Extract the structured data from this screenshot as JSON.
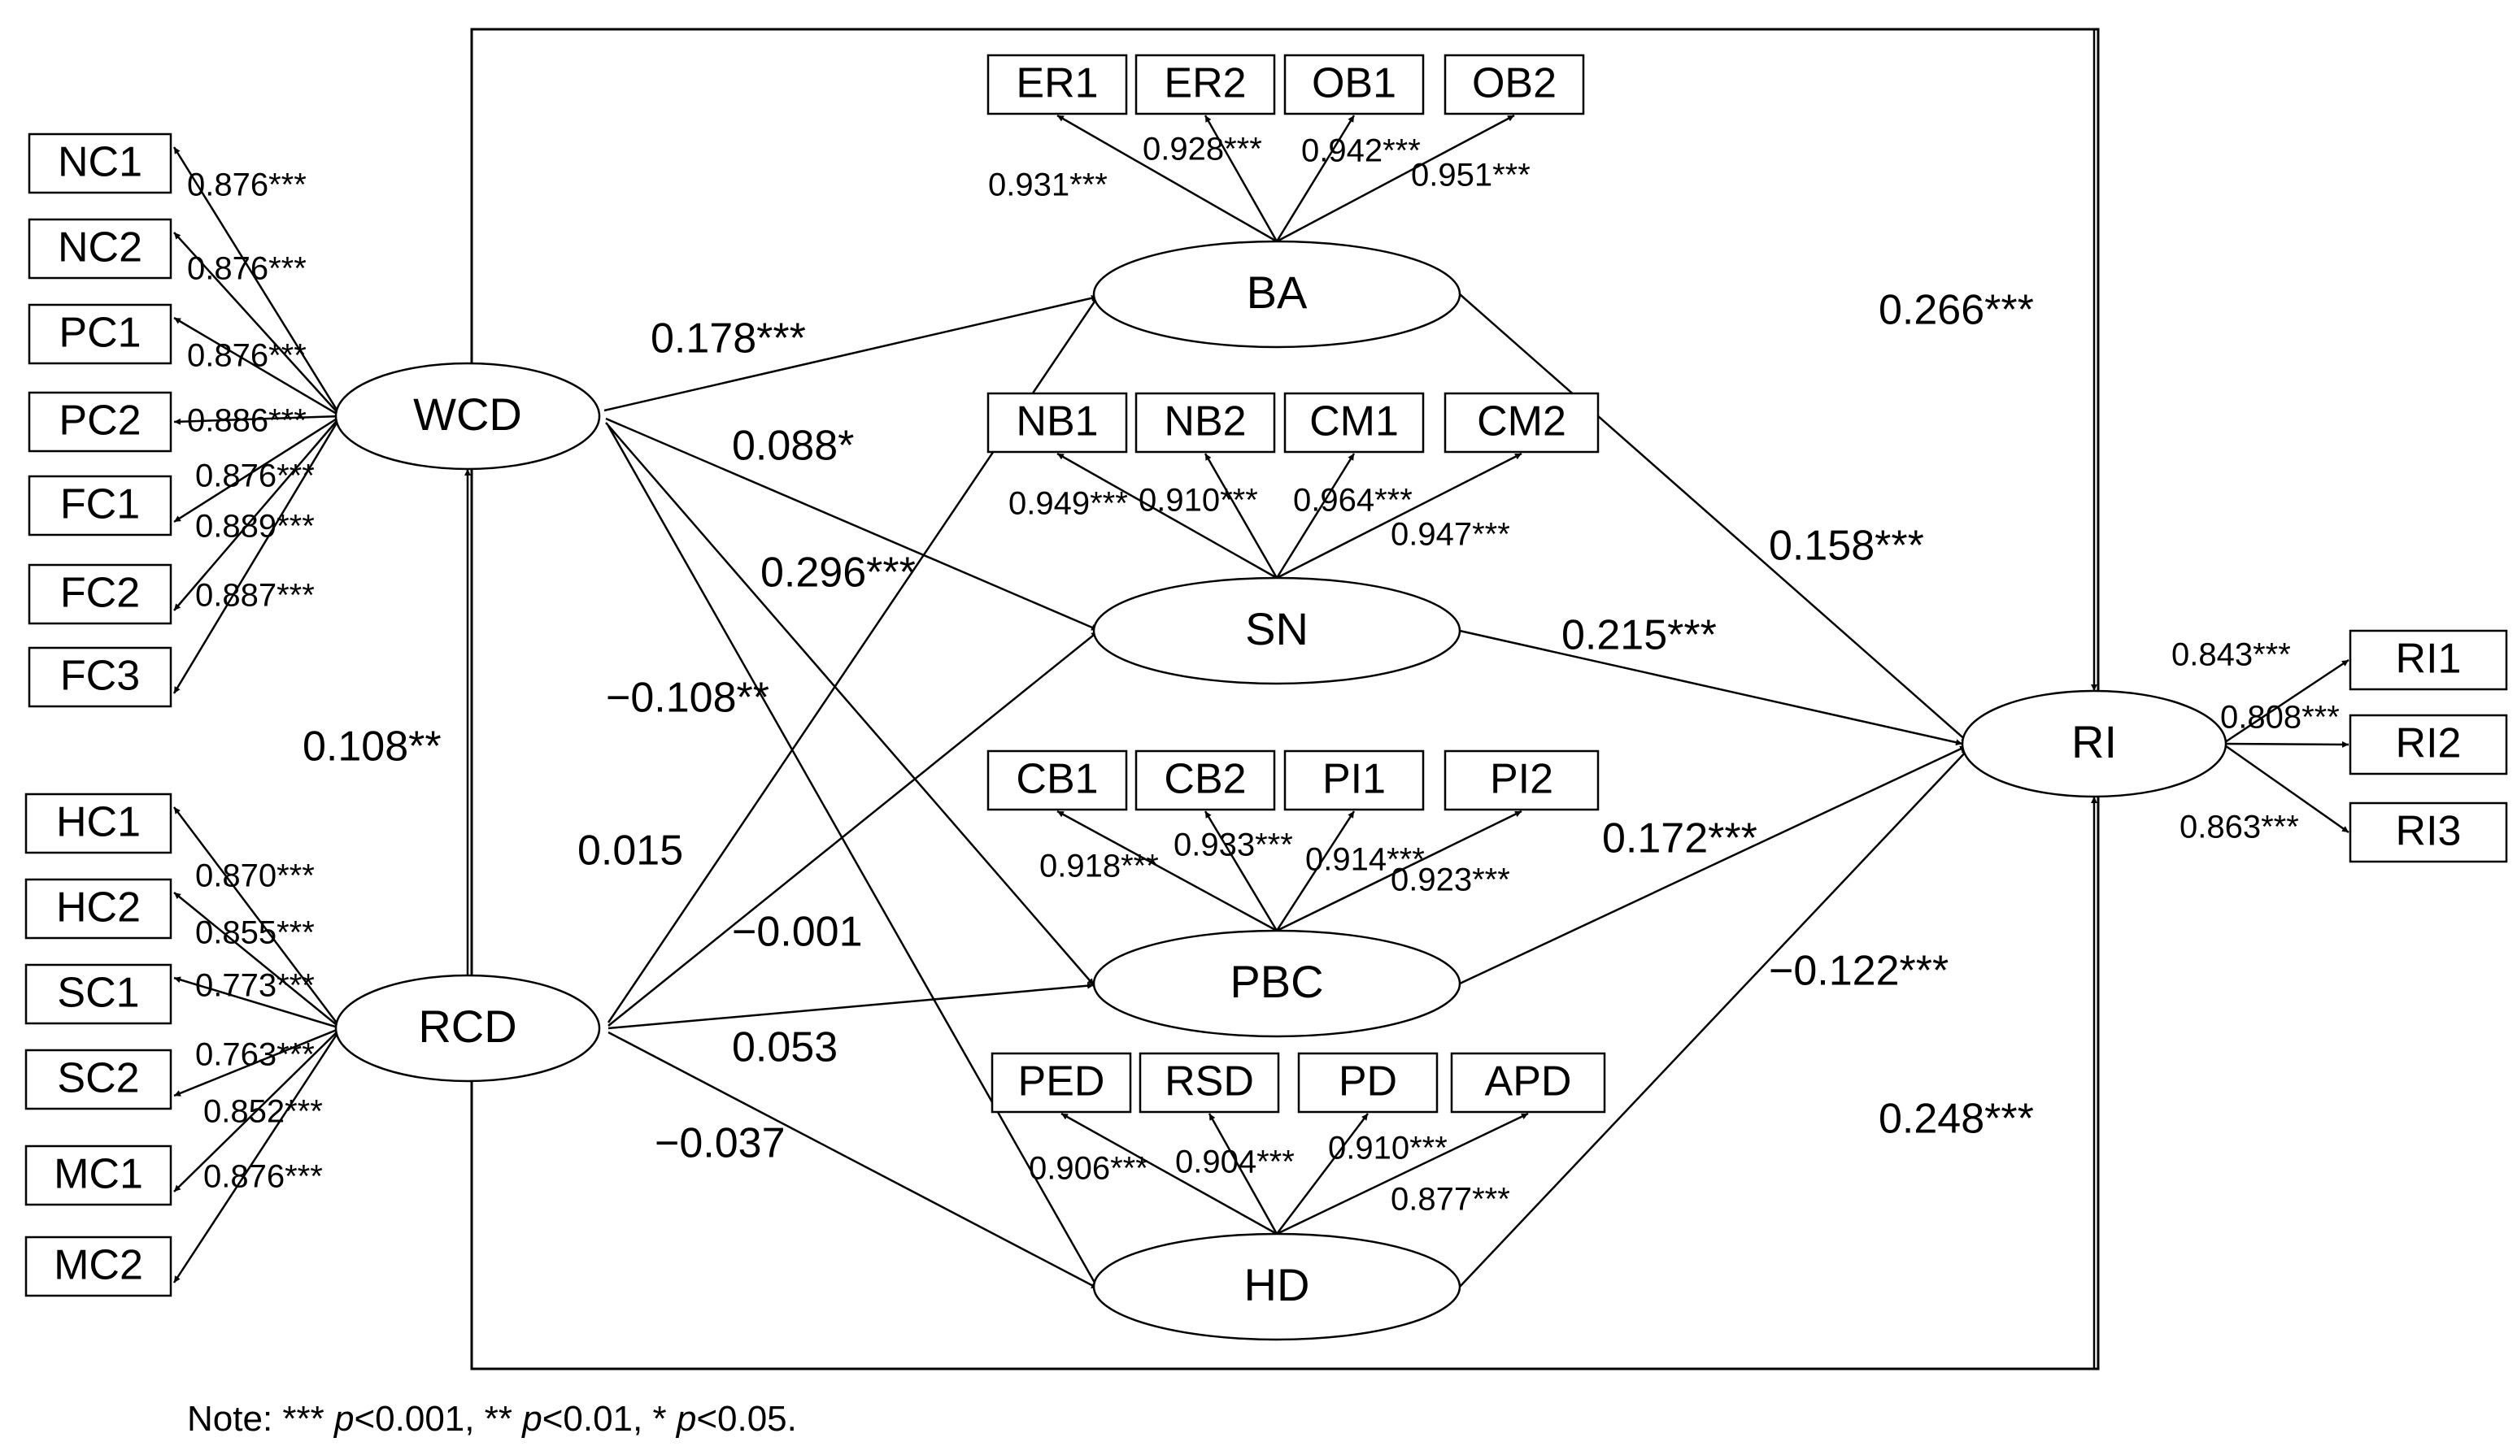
{
  "latents": {
    "WCD": "WCD",
    "RCD": "RCD",
    "BA": "BA",
    "SN": "SN",
    "PBC": "PBC",
    "HD": "HD",
    "RI": "RI"
  },
  "indicators": {
    "NC1": "NC1",
    "NC2": "NC2",
    "PC1": "PC1",
    "PC2": "PC2",
    "FC1": "FC1",
    "FC2": "FC2",
    "FC3": "FC3",
    "HC1": "HC1",
    "HC2": "HC2",
    "SC1": "SC1",
    "SC2": "SC2",
    "MC1": "MC1",
    "MC2": "MC2",
    "ER1": "ER1",
    "ER2": "ER2",
    "OB1": "OB1",
    "OB2": "OB2",
    "NB1": "NB1",
    "NB2": "NB2",
    "CM1": "CM1",
    "CM2": "CM2",
    "CB1": "CB1",
    "CB2": "CB2",
    "PI1": "PI1",
    "PI2": "PI2",
    "PED": "PED",
    "RSD": "RSD",
    "PD": "PD",
    "APD": "APD",
    "RI1": "RI1",
    "RI2": "RI2",
    "RI3": "RI3"
  },
  "loadings": {
    "NC1": "0.876***",
    "NC2": "0.876***",
    "PC1": "0.876***",
    "PC2": "0.886***",
    "FC1": "0.876***",
    "FC2": "0.889***",
    "FC3": "0.887***",
    "HC1": "0.870***",
    "HC2": "0.855***",
    "SC1": "0.773***",
    "SC2": "0.763***",
    "MC1": "0.852***",
    "MC2": "0.876***",
    "ER1": "0.931***",
    "ER2": "0.928***",
    "OB1": "0.942***",
    "OB2": "0.951***",
    "NB1": "0.949***",
    "NB2": "0.910***",
    "CM1": "0.964***",
    "CM2": "0.947***",
    "CB1": "0.918***",
    "CB2": "0.933***",
    "PI1": "0.914***",
    "PI2": "0.923***",
    "PED": "0.906***",
    "RSD": "0.904***",
    "PD": "0.910***",
    "APD": "0.877***",
    "RI1": "0.843***",
    "RI2": "0.808***",
    "RI3": "0.863***"
  },
  "paths": {
    "WCD_BA": "0.178***",
    "WCD_SN": "0.088*",
    "WCD_PBC": "0.296***",
    "WCD_HD": "−0.108**",
    "RCD_WCD": "0.108**",
    "RCD_BA": "0.015",
    "RCD_SN": "−0.001",
    "RCD_PBC": "0.053",
    "RCD_HD": "−0.037",
    "BA_RI": "0.158***",
    "SN_RI": "0.215***",
    "PBC_RI": "0.172***",
    "HD_RI": "−0.122***",
    "WCD_RI": "0.266***",
    "RCD_RI": "0.248***"
  },
  "note": {
    "prefix": "Note: *** ",
    "p": "p",
    "t1": "<0.001, ** ",
    "t2": "<0.01, * ",
    "t3": "<0.05."
  }
}
